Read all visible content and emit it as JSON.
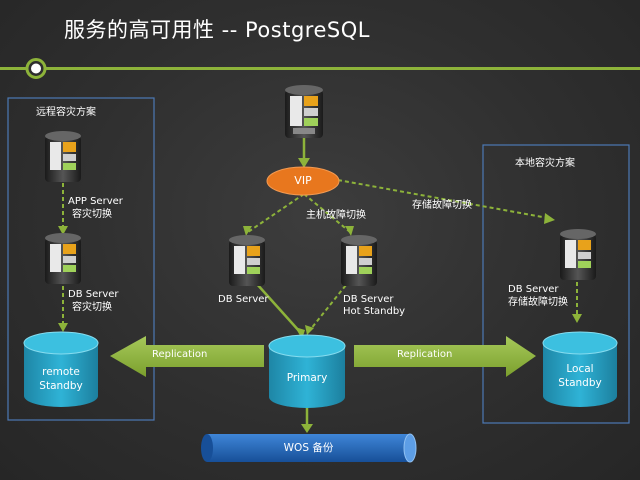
{
  "title": "服务的高可用性 -- PostgreSQL",
  "left_panel": {
    "heading": "远程容灾方案",
    "app_server_label_1": "APP Server",
    "app_server_label_2": "容灾切换",
    "db_server_label_1": "DB Server",
    "db_server_label_2": "容灾切换",
    "remote_standby_1": "remote",
    "remote_standby_2": "Standby"
  },
  "right_panel": {
    "heading": "本地容灾方案",
    "db_server_label_1": "DB Server",
    "db_server_label_2": "存储故障切换",
    "local_standby_1": "Local",
    "local_standby_2": "Standby"
  },
  "center": {
    "vip": "VIP",
    "failover_label": "主机故障切换",
    "storage_failover_label": "存储故障切换",
    "db_server_label": "DB Server",
    "hot_standby_label_1": "DB Server",
    "hot_standby_label_2": "Hot Standby",
    "primary": "Primary",
    "wos_backup": "WOS 备份"
  },
  "replication_left": "Replication",
  "replication_right": "Replication",
  "colors": {
    "accent_green": "#8db33a",
    "cylinder_blue": "#2aa7c9",
    "panel_border": "#4c79b5",
    "vip_orange": "#e8771e",
    "wos_blue": "#1f5fb0"
  }
}
